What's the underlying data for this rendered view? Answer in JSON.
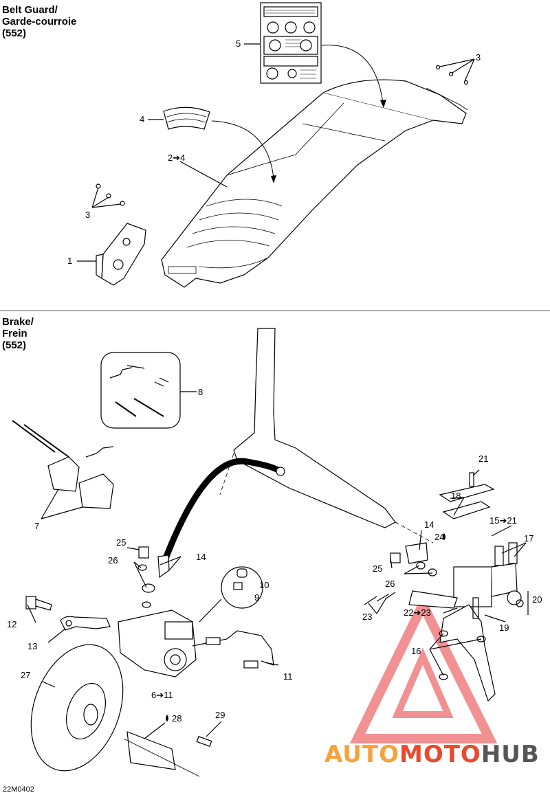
{
  "sections": {
    "belt_guard": {
      "title_en": "Belt Guard/",
      "title_fr": "Garde-courroie",
      "model": "(552)"
    },
    "brake": {
      "title_en": "Brake/",
      "title_fr": "Frein",
      "model": "(552)"
    }
  },
  "callouts": {
    "belt_guard": [
      "5",
      "3",
      "4",
      "2➔4",
      "3",
      "1"
    ],
    "brake": [
      "8",
      "7",
      "21",
      "18",
      "14",
      "24",
      "15➔21",
      "17",
      "25",
      "26",
      "25",
      "14",
      "26",
      "10",
      "9",
      "12",
      "13",
      "20",
      "23",
      "22➔23",
      "19",
      "16",
      "11",
      "27",
      "6➔11",
      "28",
      "29"
    ]
  },
  "drop_symbols": [
    "24",
    "28"
  ],
  "reference_code": "22M0402",
  "watermark": {
    "part1": "AUTO",
    "part2": "MOTO",
    "part3": "HUB",
    "color1": "#f7a23c",
    "color2": "#e84a2f",
    "color3": "#555555",
    "triangle_color": "#e8383a"
  },
  "colors": {
    "line": "#000000",
    "background": "#ffffff",
    "separator": "#555555"
  }
}
